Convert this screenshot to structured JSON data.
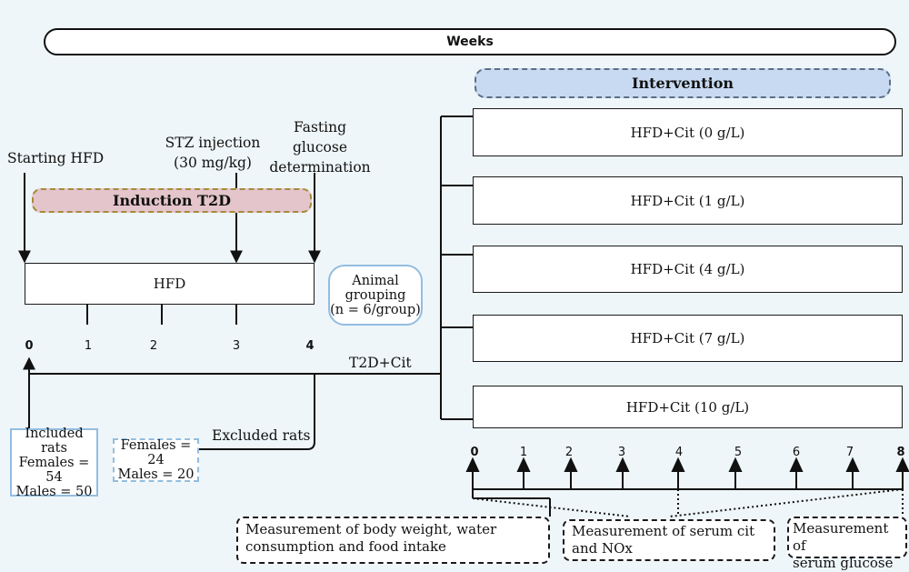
{
  "weeks_label": "Weeks",
  "intervention_label": "Intervention",
  "induction_label": "Induction T2D",
  "annotations": {
    "starting_hfd": "Starting HFD",
    "stz_line1": "STZ injection",
    "stz_line2": "(30 mg/kg)",
    "fasting_line1": "Fasting",
    "fasting_line2": "glucose",
    "fasting_line3": "determination"
  },
  "hfd_bar_label": "HFD",
  "induction_ticks": [
    "0",
    "1",
    "2",
    "3",
    "4"
  ],
  "animal_grouping": {
    "line1": "Animal",
    "line2": "grouping",
    "line3": "(n = 6/group)"
  },
  "t2d_cit_label": "T2D+Cit",
  "excluded_label": "Excluded rats",
  "included": {
    "line1": "Included",
    "line2": "rats",
    "line3": "Females = 54",
    "line4": "Males = 50"
  },
  "excluded": {
    "line1": "Females = 24",
    "line2": "Males = 20"
  },
  "groups": [
    "HFD+Cit (0 g/L)",
    "HFD+Cit (1 g/L)",
    "HFD+Cit (4 g/L)",
    "HFD+Cit (7 g/L)",
    "HFD+Cit (10 g/L)"
  ],
  "intervention_ticks": [
    "0",
    "1",
    "2",
    "3",
    "4",
    "5",
    "6",
    "7",
    "8"
  ],
  "measurements": {
    "body_line1": "Measurement of body weight, water",
    "body_line2": "consumption and food intake",
    "serum_cit_line1": "Measurement of serum cit",
    "serum_cit_line2": "and NOx",
    "glucose_line1": "Measurement of",
    "glucose_line2": "serum glucose"
  },
  "colors": {
    "background": "#eef6f9",
    "intervention_fill": "#c8daf1",
    "induction_fill": "#e4c5cc",
    "light_blue_border": "#93bde0"
  }
}
